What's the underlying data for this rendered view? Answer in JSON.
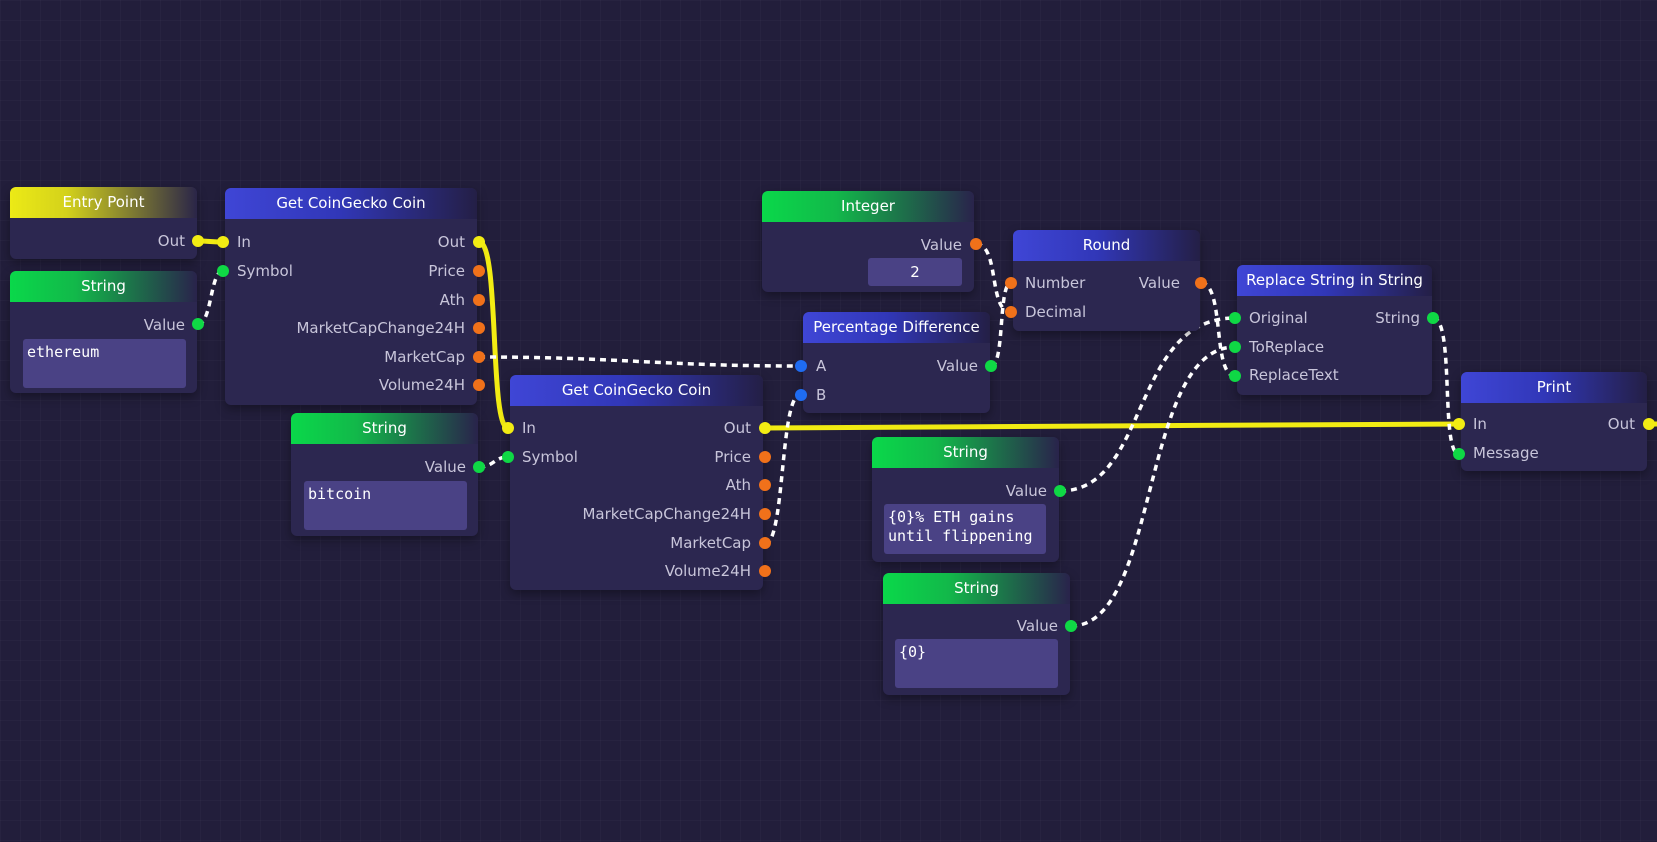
{
  "nodes": {
    "entry_point": {
      "title": "Entry Point",
      "out": "Out"
    },
    "string_eth": {
      "title": "String",
      "value_label": "Value",
      "text": "ethereum"
    },
    "coingecko_1": {
      "title": "Get CoinGecko Coin",
      "in": "In",
      "symbol": "Symbol",
      "out": "Out",
      "price": "Price",
      "ath": "Ath",
      "mcap_change": "MarketCapChange24H",
      "mcap": "MarketCap",
      "volume": "Volume24H"
    },
    "string_btc": {
      "title": "String",
      "value_label": "Value",
      "text": "bitcoin"
    },
    "coingecko_2": {
      "title": "Get CoinGecko Coin",
      "in": "In",
      "symbol": "Symbol",
      "out": "Out",
      "price": "Price",
      "ath": "Ath",
      "mcap_change": "MarketCapChange24H",
      "mcap": "MarketCap",
      "volume": "Volume24H"
    },
    "integer": {
      "title": "Integer",
      "value_label": "Value",
      "value": "2"
    },
    "percentage": {
      "title": "Percentage Difference",
      "a": "A",
      "b": "B",
      "value_label": "Value"
    },
    "round": {
      "title": "Round",
      "number": "Number",
      "decimal": "Decimal",
      "value_label": "Value"
    },
    "replace": {
      "title": "Replace String in String",
      "original": "Original",
      "to_replace": "ToReplace",
      "replace_text": "ReplaceText",
      "string_label": "String"
    },
    "string_msg": {
      "title": "String",
      "value_label": "Value",
      "text": "{0}% ETH gains\nuntil flippening"
    },
    "string_token": {
      "title": "String",
      "value_label": "Value",
      "text": "{0}"
    },
    "print": {
      "title": "Print",
      "in": "In",
      "message": "Message",
      "out": "Out"
    }
  },
  "colors": {
    "exec_wire": "#f2ec13",
    "data_wire": "#ffffff",
    "string_port": "#0fd845",
    "number_port": "#f0711a",
    "float_port": "#1f6cf2",
    "exec_port": "#f2ec13"
  }
}
